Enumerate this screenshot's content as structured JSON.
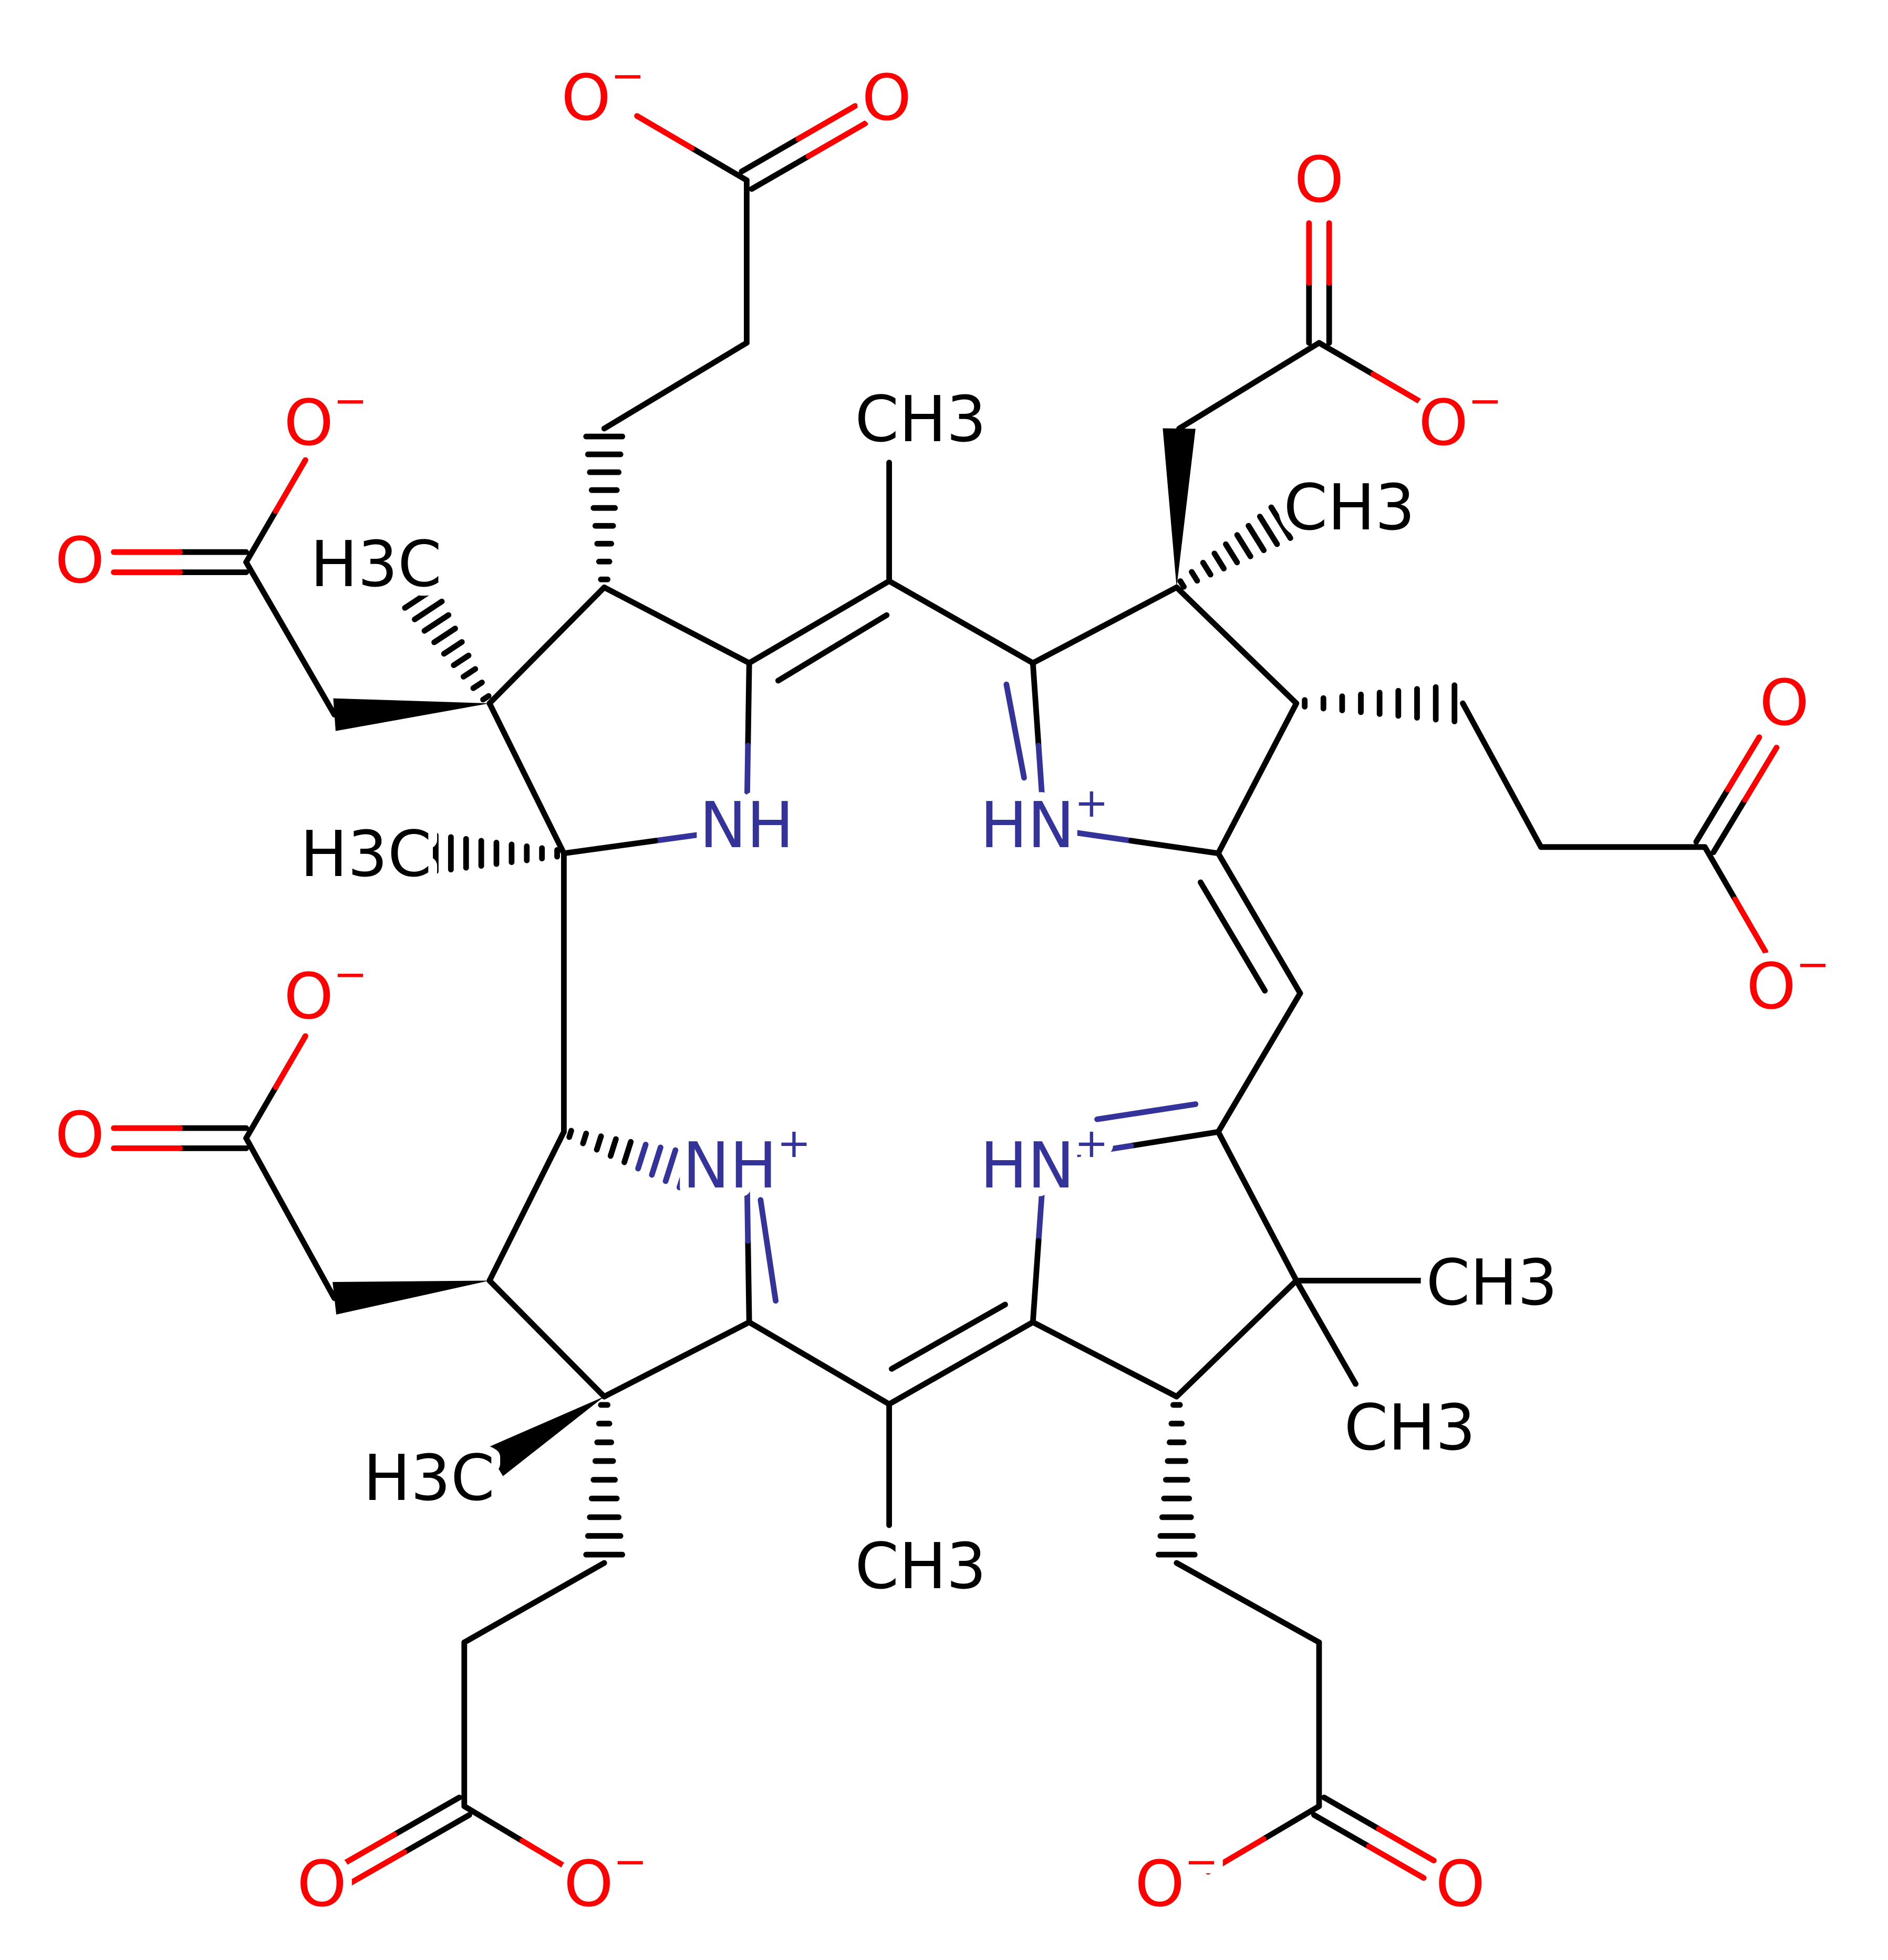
{
  "title": "Molecule structure diagram",
  "colors": {
    "carbon": "#000000",
    "oxygen": "#FF0000",
    "nitrogen": "#33339A"
  },
  "atoms": [
    {
      "label": "NH",
      "charge": ""
    },
    {
      "label": "HN",
      "charge": "+"
    },
    {
      "label": "HN",
      "charge": "+"
    },
    {
      "label": "NH",
      "charge": "+"
    },
    {
      "label": "CH3",
      "charge": ""
    },
    {
      "label": "CH3",
      "charge": ""
    },
    {
      "label": "H3C",
      "charge": ""
    },
    {
      "label": "H3C",
      "charge": ""
    },
    {
      "label": "H3C",
      "charge": ""
    },
    {
      "label": "CH3",
      "charge": ""
    },
    {
      "label": "CH3",
      "charge": ""
    },
    {
      "label": "CH3",
      "charge": ""
    },
    {
      "label": "O",
      "charge": "−"
    },
    {
      "label": "O",
      "charge": ""
    },
    {
      "label": "O",
      "charge": ""
    },
    {
      "label": "O",
      "charge": "−"
    },
    {
      "label": "O",
      "charge": ""
    },
    {
      "label": "O",
      "charge": "−"
    },
    {
      "label": "O",
      "charge": ""
    },
    {
      "label": "O",
      "charge": "−"
    },
    {
      "label": "O",
      "charge": ""
    },
    {
      "label": "O",
      "charge": "−"
    },
    {
      "label": "O",
      "charge": ""
    },
    {
      "label": "O",
      "charge": "−"
    },
    {
      "label": "O",
      "charge": "−"
    },
    {
      "label": "O",
      "charge": ""
    }
  ]
}
